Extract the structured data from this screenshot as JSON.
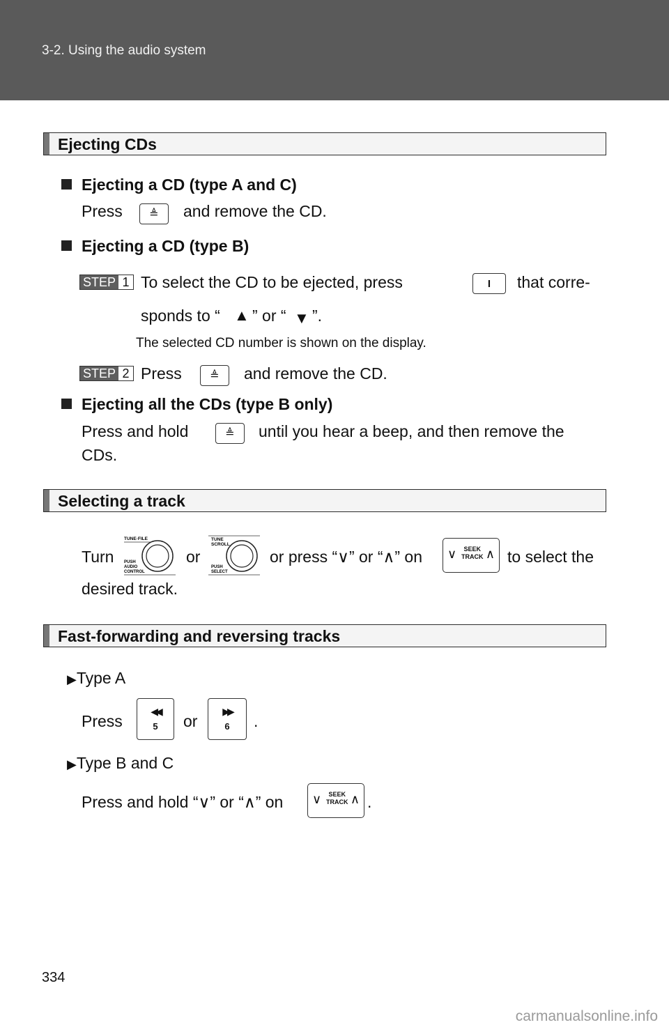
{
  "header": {
    "title": "3-2. Using the audio system"
  },
  "sections": {
    "eject": {
      "title": "Ejecting CDs",
      "ac_heading": "Ejecting a CD (type A and C)",
      "ac_press": "Press",
      "ac_rest": "and remove the CD.",
      "b_heading": "Ejecting a CD (type B)",
      "step_label": "STEP",
      "step1_num": "1",
      "step1_a": "To  select  the  CD  to  be  ejected,  press",
      "step1_b": "that  corre-",
      "step1_c": "sponds to “",
      "step1_d": "” or “",
      "step1_e": "”.",
      "step1_note": "The selected CD number is shown on the display.",
      "step2_num": "2",
      "step2_press": "Press",
      "step2_rest": "and remove the CD.",
      "all_heading": "Ejecting all the CDs (type B only)",
      "all_a": "Press and hold",
      "all_b": "until you hear a beep, and then remove the",
      "all_c": "CDs."
    },
    "select": {
      "title": "Selecting a track",
      "turn": "Turn",
      "or1": "or",
      "press_part": "or press “∨” or “∧” on",
      "to_select": "to select the",
      "desired": "desired track."
    },
    "fast": {
      "title": "Fast-forwarding and reversing tracks",
      "type_a": "Type A",
      "press": "Press",
      "or": "or",
      "period": ".",
      "type_bc": "Type B and C",
      "press_hold": "Press and hold “∨” or “∧” on",
      "period2": "."
    }
  },
  "buttons": {
    "eject_symbol": "≜",
    "disc_key_symbol": "I",
    "rew_num": "5",
    "ff_num": "6",
    "seek_line1": "SEEK",
    "seek_line2": "TRACK"
  },
  "knobs": {
    "knob1_top": "TUNE·FILE",
    "knob1_b1": "PUSH",
    "knob1_b2": "AUDIO",
    "knob1_b3": "CONTROL",
    "knob2_t1": "TUNE",
    "knob2_t2": "SCROLL",
    "knob2_b1": "PUSH",
    "knob2_b2": "SELECT"
  },
  "footer": {
    "page_number": "334",
    "watermark": "carmanualsonline.info"
  },
  "colors": {
    "header_band": "#5a5a5a",
    "section_mark": "#777777",
    "step_label_bg": "#5e5e5e"
  }
}
